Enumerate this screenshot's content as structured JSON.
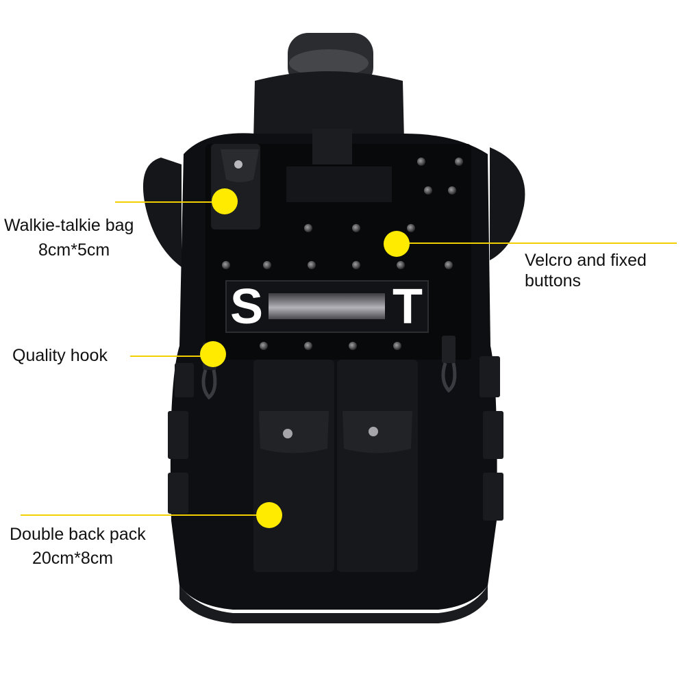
{
  "patch": {
    "left_letter": "S",
    "right_letter": "T"
  },
  "callouts": [
    {
      "id": "walkie",
      "line1": "Walkie-talkie bag",
      "line2": "8cm*5cm"
    },
    {
      "id": "velcro",
      "line1": "Velcro and fixed",
      "line2": "buttons"
    },
    {
      "id": "hook",
      "line1": "Quality hook",
      "line2": ""
    },
    {
      "id": "pack",
      "line1": "Double back pack",
      "line2": "20cm*8cm"
    }
  ],
  "colors": {
    "marker": "#ffeb00",
    "leader": "#f2cf00",
    "vest": "#0e0f12",
    "background": "#ffffff"
  }
}
